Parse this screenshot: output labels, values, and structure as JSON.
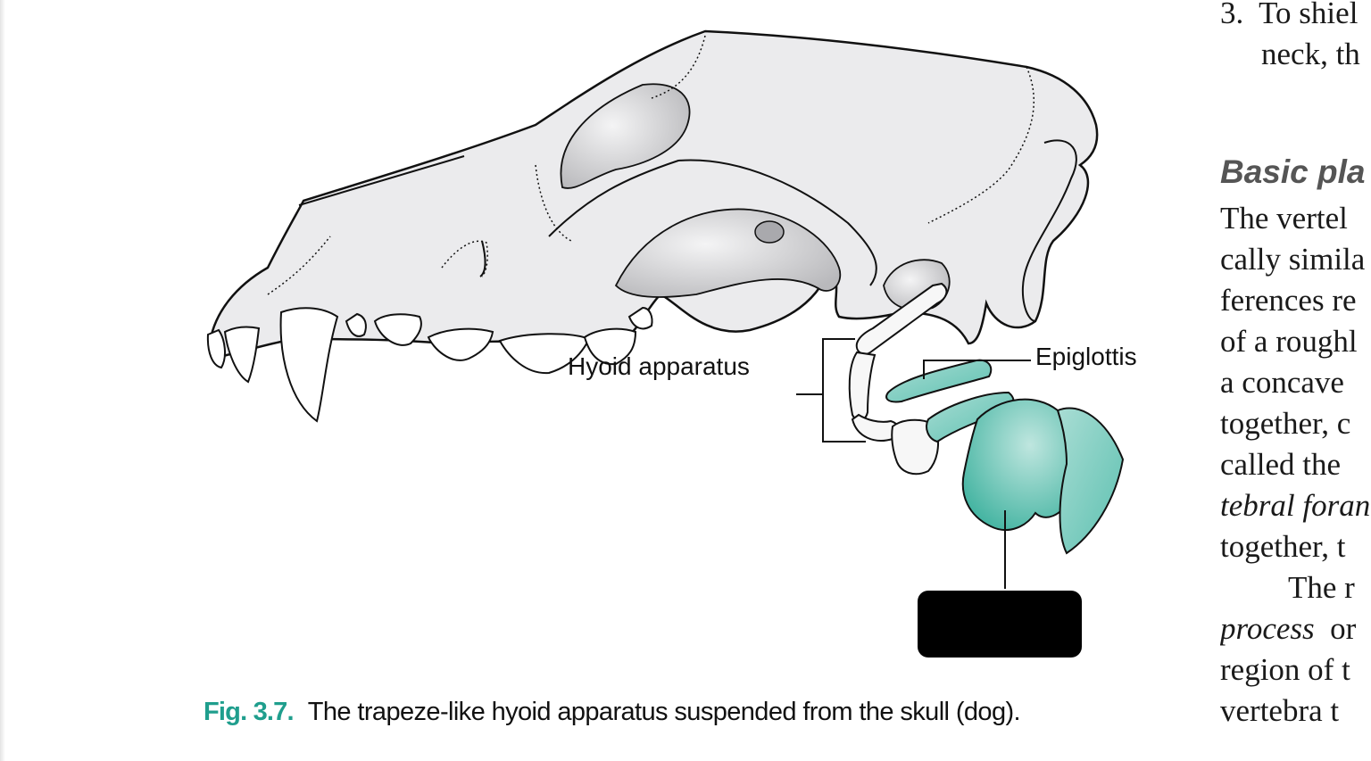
{
  "figure": {
    "labels": {
      "hyoid_apparatus": "Hyoid apparatus",
      "epiglottis": "Epiglottis"
    },
    "caption": {
      "number": "Fig. 3.7.",
      "text": "The trapeze-like hyoid apparatus suspended from the skull (dog)."
    },
    "colors": {
      "larynx_teal": "#5fc3b3",
      "caption_accent": "#1f9e8d",
      "bone_fill": "#ebebed"
    }
  },
  "right_column": {
    "list_item": {
      "number": "3.",
      "line1": "To shiel",
      "line2": "neck, th"
    },
    "heading": "Basic pla",
    "para1_lines": [
      "The vertel",
      "cally simila",
      "ferences re",
      "of a roughl",
      "a concave",
      "together, c",
      "called the"
    ],
    "para1_italic_line": "tebral foran",
    "para1_last_line": "together, t",
    "para2_line1": "The r",
    "para2_line2_italic": "process",
    "para2_line2_rest": "or",
    "para2_lines": [
      "region of t",
      "vertebra t"
    ]
  }
}
